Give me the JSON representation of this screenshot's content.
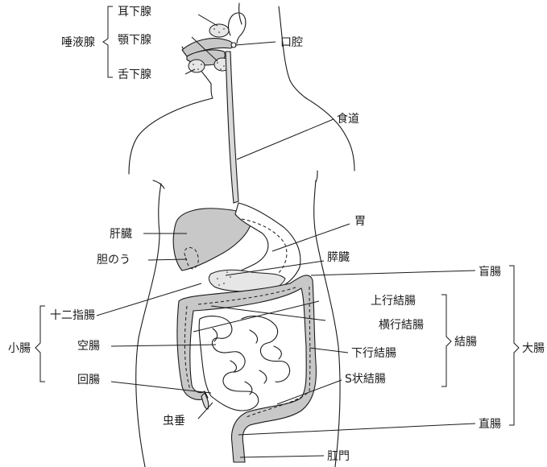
{
  "labels": {
    "parotid": "耳下腺",
    "submandibular": "顎下腺",
    "sublingual": "舌下腺",
    "salivary_glands": "唾液腺",
    "oral_cavity": "口腔",
    "esophagus": "食道",
    "liver": "肝臓",
    "stomach": "胃",
    "gallbladder": "胆のう",
    "pancreas": "膵臓",
    "cecum": "盲腸",
    "duodenum": "十二指腸",
    "ascending_colon": "上行結腸",
    "transverse_colon": "横行結腸",
    "small_intestine": "小腸",
    "jejunum": "空腸",
    "colon": "結腸",
    "descending_colon": "下行結腸",
    "large_intestine": "大腸",
    "ileum": "回腸",
    "sigmoid_colon": "S状結腸",
    "appendix": "虫垂",
    "rectum": "直腸",
    "anus": "肛門"
  }
}
